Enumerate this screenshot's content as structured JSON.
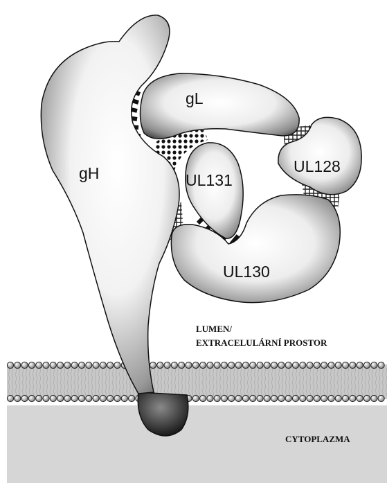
{
  "proteins": {
    "gH": "gH",
    "gL": "gL",
    "UL128": "UL128",
    "UL130": "UL130",
    "UL131": "UL131"
  },
  "regions": {
    "lumen_line1": "LUMEN/",
    "lumen_line2": "EXTRACELULÁRNÍ PROSTOR",
    "cytoplasm": "CYTOPLAZMA"
  },
  "colors": {
    "membrane_fill": "#c8c8c8",
    "cytoplasm_fill": "#d6d6d6",
    "protein_light": "#ffffff",
    "protein_dark": "#3a3a3a"
  }
}
